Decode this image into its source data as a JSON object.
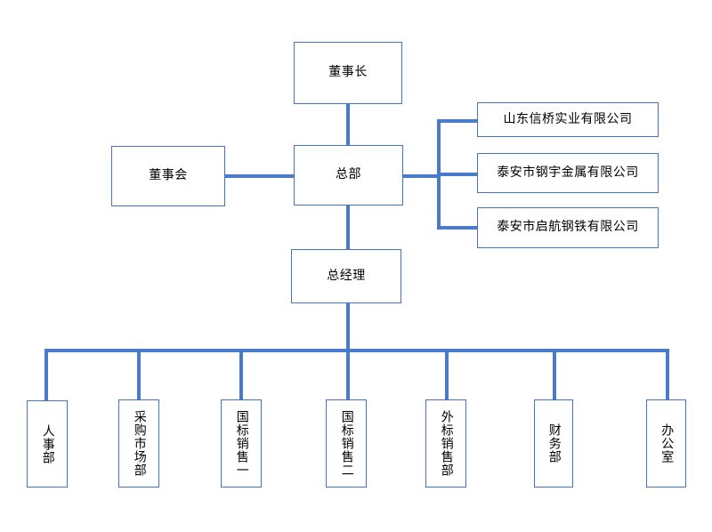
{
  "chart_title": "",
  "colors": {
    "connector": "#4A7BCB",
    "box_border": "#4472C4",
    "box_fill": "#FFFFFF",
    "text": "#000000"
  },
  "nodes": {
    "chairman": {
      "label": "董事长",
      "orientation": "horizontal"
    },
    "board": {
      "label": "董事会",
      "orientation": "horizontal"
    },
    "headquarters": {
      "label": "总部",
      "orientation": "horizontal"
    },
    "general_manager": {
      "label": "总经理",
      "orientation": "horizontal"
    }
  },
  "subsidiaries": [
    {
      "label": "山东信桥实业有限公司"
    },
    {
      "label": "泰安市钢宇金属有限公司"
    },
    {
      "label": "泰安市启航钢铁有限公司"
    }
  ],
  "departments": [
    {
      "label": "人事部"
    },
    {
      "label": "采购市场部"
    },
    {
      "label": "国标销售一"
    },
    {
      "label": "国标销售二"
    },
    {
      "label": "外标销售部"
    },
    {
      "label": "财务部"
    },
    {
      "label": "办公室"
    }
  ]
}
